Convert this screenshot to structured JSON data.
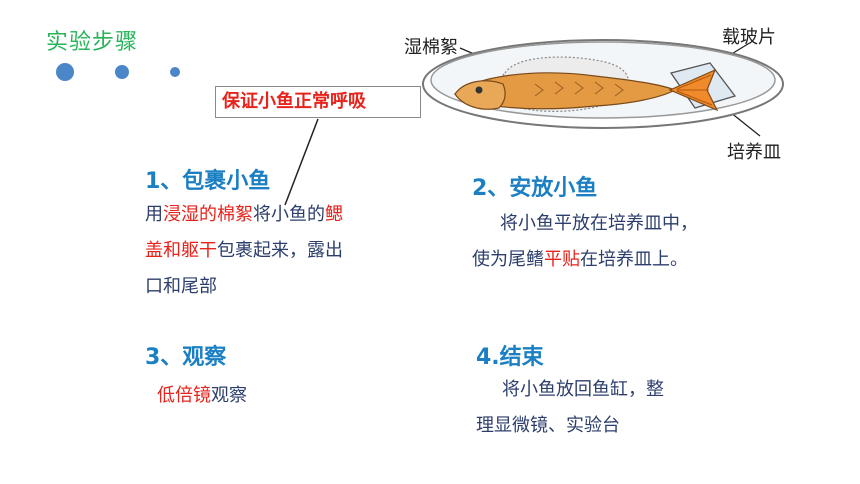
{
  "title": "实验步骤",
  "callout": "保证小鱼正常呼吸",
  "figure": {
    "label_cotton": "湿棉絮",
    "label_slide": "载玻片",
    "label_dish": "培养皿"
  },
  "steps": {
    "s1": {
      "heading": "1、包裹小鱼",
      "l1a": "用",
      "l1b": "浸湿的棉絮",
      "l1c": "将小鱼的",
      "l1d": "鳃",
      "l2a": "盖和躯干",
      "l2b": "包裹起来，露出",
      "l3": "口和尾部"
    },
    "s2": {
      "heading": "2、安放小鱼",
      "l1": "将小鱼平放在培养皿中，",
      "l2a": "使为尾鳍",
      "l2b": "平贴",
      "l2c": "在培养皿上。"
    },
    "s3": {
      "heading": "3、观察",
      "l1a": "低倍镜",
      "l1b": "观察"
    },
    "s4": {
      "heading": "4.结束",
      "l1": "将小鱼放回鱼缸，整",
      "l2": "理显微镜、实验台"
    }
  },
  "colors": {
    "title": "#27b35a",
    "heading": "#1b7fc4",
    "emphasis": "#e8231c",
    "body": "#2c3e6b"
  }
}
